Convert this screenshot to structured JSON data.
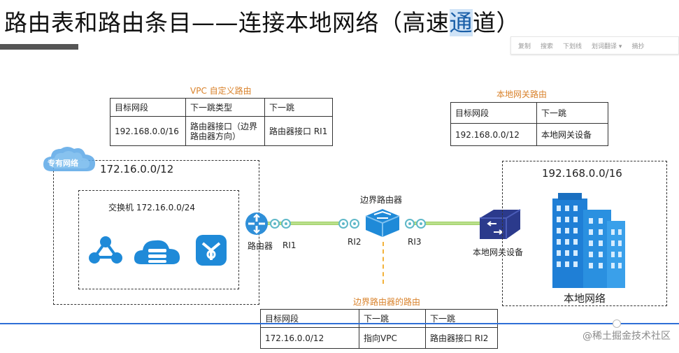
{
  "slide": {
    "title_main": "路由表和路由条目——连接本地网络（高速",
    "title_hl": "通",
    "title_tail": "道）"
  },
  "toolbar": {
    "items": [
      "复制",
      "搜索",
      "下划线",
      "划词翻译 ▾",
      "摘抄"
    ]
  },
  "vpc_table": {
    "caption": "VPC 自定义路由",
    "headers": [
      "目标网段",
      "下一跳类型",
      "下一跳"
    ],
    "row": [
      "192.168.0.0/16",
      "路由器接口（边界路由器方向）",
      "路由器接口 RI1"
    ]
  },
  "local_table": {
    "caption": "本地网关路由",
    "headers": [
      "目标网段",
      "下一跳"
    ],
    "row": [
      "192.168.0.0/12",
      "本地网关设备"
    ]
  },
  "border_table": {
    "caption": "边界路由器的路由",
    "headers": [
      "目标网段",
      "下一跳",
      "下一跳"
    ],
    "row": [
      "172.16.0.0/12",
      "指向VPC",
      "路由器接口 RI2"
    ]
  },
  "vpc": {
    "badge": "专有网络",
    "cidr": "172.16.0.0/12",
    "switch_label": "交换机 172.16.0.0/24"
  },
  "network": {
    "router_label": "路由器",
    "ri1": "RI1",
    "ri2": "RI2",
    "ri3": "RI3",
    "border_router": "边界路由器",
    "gateway_label": "本地网关设备",
    "local_cidr": "192.168.0.0/16",
    "local_label": "本地网络"
  },
  "watermark": "@稀土掘金技术社区",
  "colors": {
    "accent_blue": "#1f8ad8",
    "caption_orange": "#d9822b",
    "link_green": "#b9e08a",
    "gateway_navy": "#2b3a8c"
  }
}
